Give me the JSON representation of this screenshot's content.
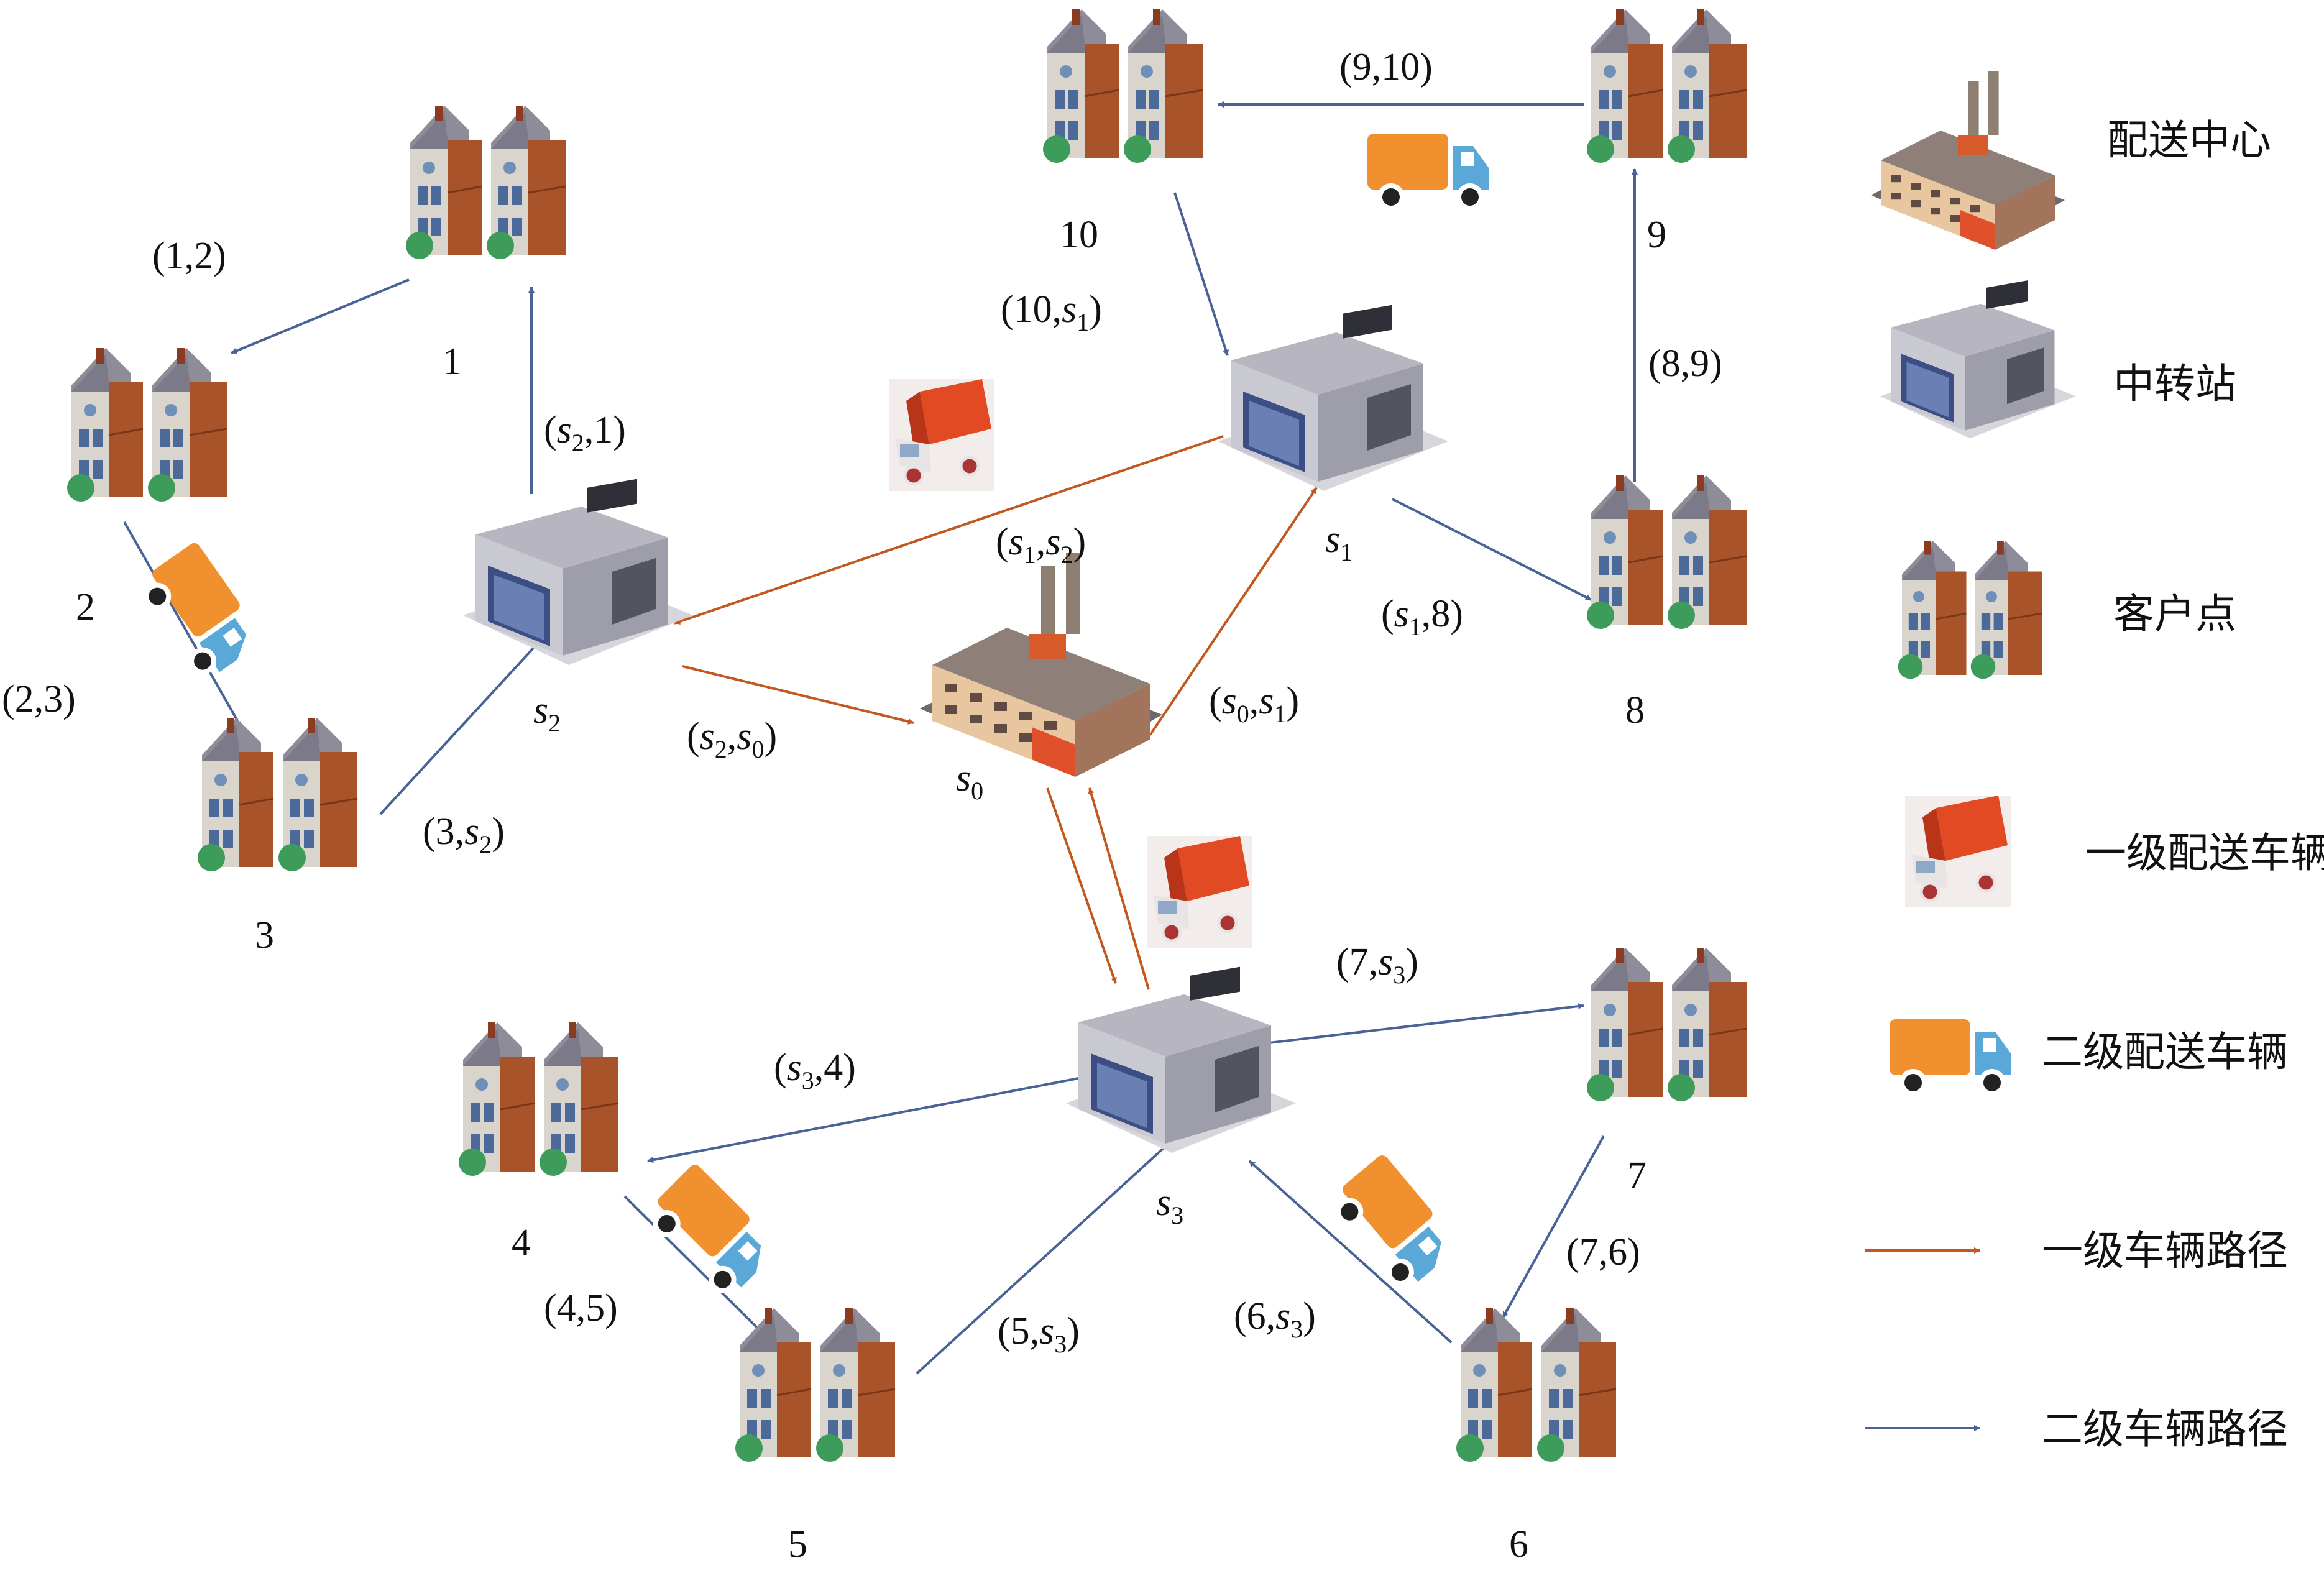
{
  "colors": {
    "first_level_route": "#C2581E",
    "second_level_route": "#4A6396",
    "first_level_vehicle": "#E14A22",
    "second_level_vehicle": "#F0902E",
    "vehicle_cab": "#5AA8D8",
    "house_brick": "#A9532A",
    "house_roof": "#8E8C99",
    "station_body": "#C9C9D2",
    "station_door": "#3C4E84"
  },
  "icons": {
    "distribution_center": "factory-icon",
    "transfer_station": "warehouse-icon",
    "customer": "house-icon",
    "first_level_vehicle": "red-truck-icon",
    "second_level_vehicle": "orange-truck-icon"
  },
  "nodes": {
    "s0": {
      "base": "s",
      "sub": "0"
    },
    "s1": {
      "base": "s",
      "sub": "1"
    },
    "s2": {
      "base": "s",
      "sub": "2"
    },
    "s3": {
      "base": "s",
      "sub": "3"
    },
    "c1": "1",
    "c2": "2",
    "c3": "3",
    "c4": "4",
    "c5": "5",
    "c6": "6",
    "c7": "7",
    "c8": "8",
    "c9": "9",
    "c10": "10"
  },
  "edge_labels": {
    "e_1_2": "(1,2)",
    "e_2_3": "(2,3)",
    "e_4_5": "(4,5)",
    "e_7_6": "(7,6)",
    "e_8_9": "(8,9)",
    "e_9_10": "(9,10)",
    "e_s2_1": {
      "open": "(",
      "a": "s",
      "a_sub": "2",
      "sep": ",",
      "b": "1",
      "b_sub": "",
      "close": ")"
    },
    "e_3_s2": {
      "open": "(",
      "a": "3",
      "a_sub": "",
      "sep": ",",
      "b": "s",
      "b_sub": "2",
      "close": ")"
    },
    "e_10_s1": {
      "open": "(",
      "a": "10",
      "a_sub": "",
      "sep": ",",
      "b": "s",
      "b_sub": "1",
      "close": ")"
    },
    "e_s1_8": {
      "open": "(",
      "a": "s",
      "a_sub": "1",
      "sep": ",",
      "b": "8",
      "b_sub": "",
      "close": ")"
    },
    "e_s1_s2": {
      "open": "(",
      "a": "s",
      "a_sub": "1",
      "sep": ",",
      "b": "s",
      "b_sub": "2",
      "close": ")"
    },
    "e_s2_s0": {
      "open": "(",
      "a": "s",
      "a_sub": "2",
      "sep": ",",
      "b": "s",
      "b_sub": "0",
      "close": ")"
    },
    "e_s0_s1": {
      "open": "(",
      "a": "s",
      "a_sub": "0",
      "sep": ",",
      "b": "s",
      "b_sub": "1",
      "close": ")"
    },
    "e_7_s3": {
      "open": "(",
      "a": "7",
      "a_sub": "",
      "sep": ",",
      "b": "s",
      "b_sub": "3",
      "close": ")"
    },
    "e_s3_4": {
      "open": "(",
      "a": "s",
      "a_sub": "3",
      "sep": ",",
      "b": "4",
      "b_sub": "",
      "close": ")"
    },
    "e_5_s3": {
      "open": "(",
      "a": "5",
      "a_sub": "",
      "sep": ",",
      "b": "s",
      "b_sub": "3",
      "close": ")"
    },
    "e_6_s3": {
      "open": "(",
      "a": "6",
      "a_sub": "",
      "sep": ",",
      "b": "s",
      "b_sub": "3",
      "close": ")"
    }
  },
  "legend": {
    "distribution_center": "配送中心",
    "transfer_station": "中转站",
    "customer": "客户点",
    "first_level_vehicle": "一级配送车辆",
    "second_level_vehicle": "二级配送车辆",
    "first_level_route": "一级车辆路径",
    "second_level_route": "二级车辆路径"
  }
}
